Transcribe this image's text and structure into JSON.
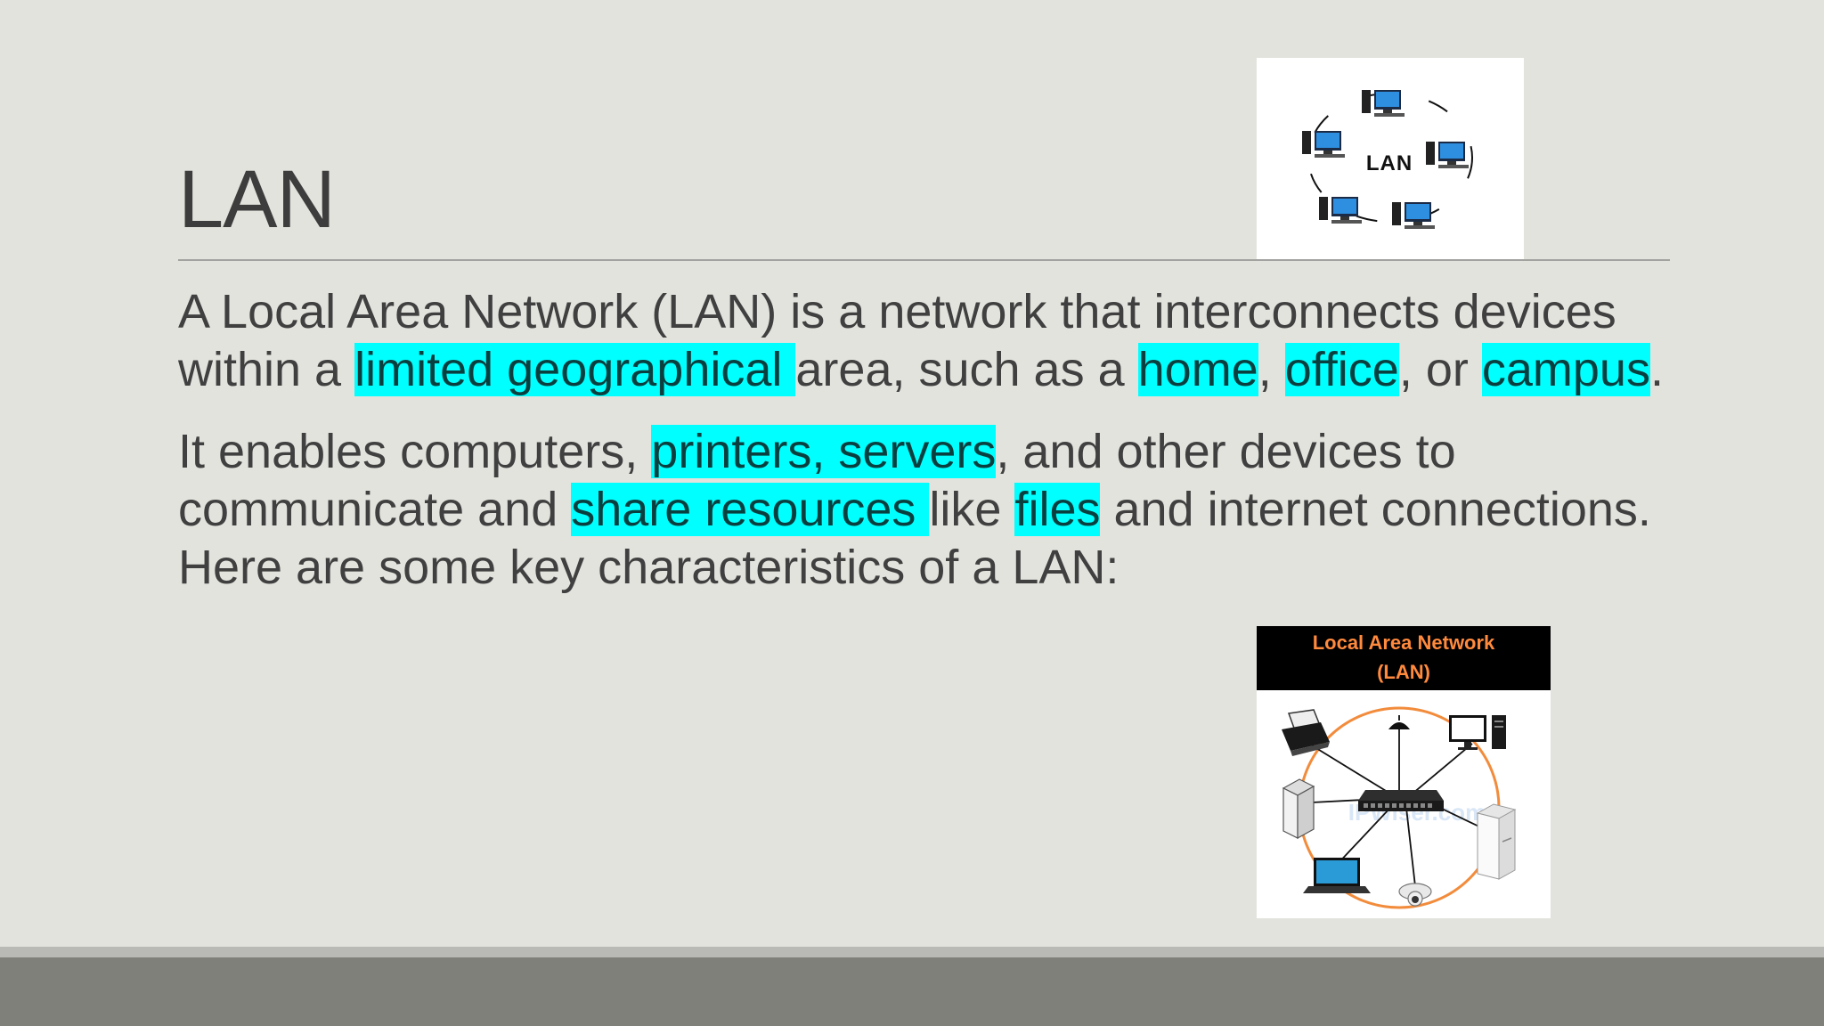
{
  "slide": {
    "title": "LAN",
    "paragraphs": [
      {
        "parts": [
          {
            "text": "A Local Area Network (LAN) is a network that interconnects devices within a ",
            "hl": false
          },
          {
            "text": "limited geographical ",
            "hl": true
          },
          {
            "text": "area, such as a ",
            "hl": false
          },
          {
            "text": "home",
            "hl": true
          },
          {
            "text": ", ",
            "hl": false
          },
          {
            "text": "office",
            "hl": true
          },
          {
            "text": ", or ",
            "hl": false
          },
          {
            "text": "campus",
            "hl": true
          },
          {
            "text": ".",
            "hl": false
          }
        ]
      },
      {
        "parts": [
          {
            "text": "It enables computers, ",
            "hl": false
          },
          {
            "text": "printers, servers",
            "hl": true
          },
          {
            "text": ", and other devices to communicate and ",
            "hl": false
          },
          {
            "text": "share resources ",
            "hl": true
          },
          {
            "text": "like ",
            "hl": false
          },
          {
            "text": "files",
            "hl": true
          },
          {
            "text": " and internet connections. Here are some key characteristics of a LAN:",
            "hl": false
          }
        ]
      }
    ]
  },
  "images": {
    "lan_ring": {
      "label": "LAN"
    },
    "lan_network": {
      "title_line1": "Local Area Network",
      "title_line2": "(LAN)",
      "watermark": "IPWiser.com"
    }
  },
  "colors": {
    "background": "#e3e3de",
    "highlight": "#00ffff",
    "text": "#404040",
    "footer": "#80807b",
    "network_ring": "#f28c3c"
  },
  "icons": [
    "computer-icon",
    "printer-icon",
    "server-icon",
    "switch-icon",
    "router-icon",
    "laptop-icon",
    "camera-icon",
    "refrigerator-icon",
    "access-point-icon"
  ]
}
